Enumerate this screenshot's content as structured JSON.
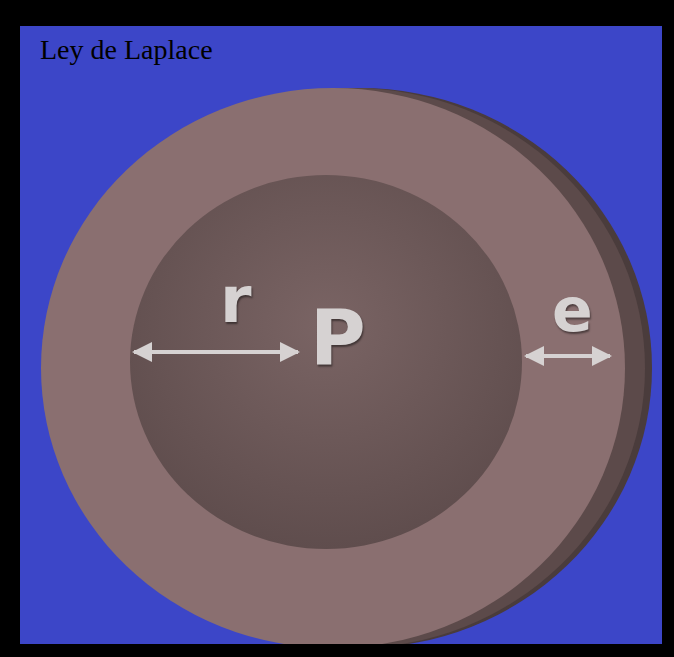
{
  "diagram": {
    "title": "Ley de Laplace",
    "labels": [
      "r",
      "P",
      "e"
    ]
  }
}
